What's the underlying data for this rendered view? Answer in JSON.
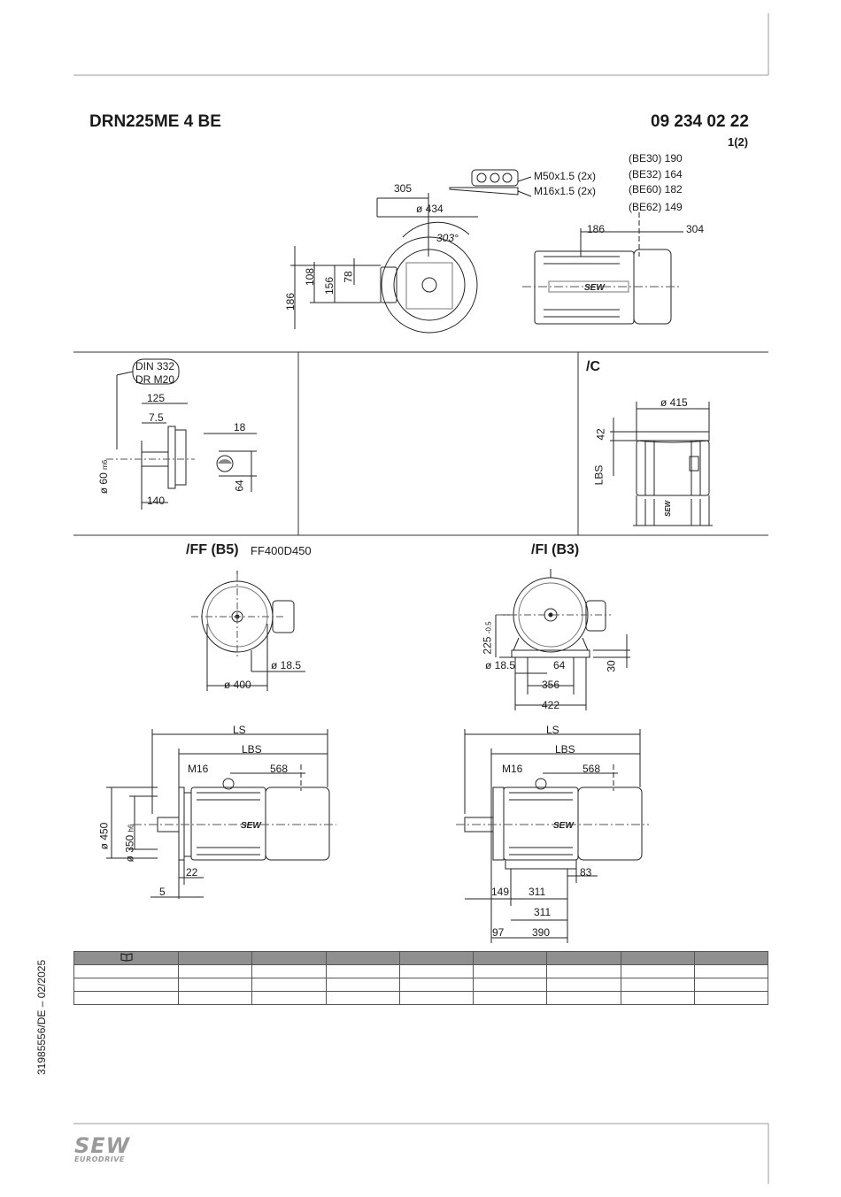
{
  "header": {
    "model": "DRN225ME 4 BE",
    "drawing_no": "09 234 02 22",
    "sheet": "1(2)"
  },
  "top_view": {
    "cable_glands": [
      "M50x1.5 (2x)",
      "M16x1.5 (2x)"
    ],
    "brakes": [
      "(BE30) 190",
      "(BE32) 164",
      "(BE60) 182",
      "(BE62) 149"
    ],
    "dims": {
      "d305": "305",
      "d434": "ø 434",
      "angle": "303°",
      "d186": "186",
      "d108": "108",
      "d156": "156",
      "d78": "78",
      "side186": "186",
      "side304": "304"
    }
  },
  "shaft_panel": {
    "din": "DIN 332",
    "dr": "DR M20",
    "d125": "125",
    "d7_5": "7.5",
    "shaft": "ø 60",
    "shaft_tol": "m6",
    "d140": "140",
    "d18": "18",
    "d64": "64"
  },
  "c_panel": {
    "title": "/C",
    "d415": "ø 415",
    "d42": "42",
    "lbs": "LBS"
  },
  "ff_panel": {
    "title": "/FF (B5)",
    "flange": "FF400D450",
    "d18_5": "ø 18.5",
    "d400": "ø 400"
  },
  "fi_panel": {
    "title": "/FI (B3)",
    "d225": "225",
    "d225_tol": "-0.5",
    "d18_5": "ø 18.5",
    "d64": "64",
    "d356": "356",
    "d422": "422",
    "d30": "30"
  },
  "ff_side": {
    "ls": "LS",
    "lbs": "LBS",
    "m16": "M16",
    "d568": "568",
    "d450": "ø 450",
    "d350": "ø 350",
    "d350_tol": "h6",
    "d22": "22",
    "d5": "5",
    "brand": "SEW"
  },
  "fi_side": {
    "ls": "LS",
    "lbs": "LBS",
    "m16": "M16",
    "d568": "568",
    "d83": "83",
    "d149": "149",
    "d311a": "311",
    "d311b": "311",
    "d97": "97",
    "d390": "390",
    "brand": "SEW"
  },
  "table": {
    "head_icon": "book-icon",
    "columns": 9,
    "rows": 3
  },
  "footer": {
    "doc_code": "31985556/DE – 02/2025",
    "logo_main": "SEW",
    "logo_sub": "EURODRIVE"
  }
}
